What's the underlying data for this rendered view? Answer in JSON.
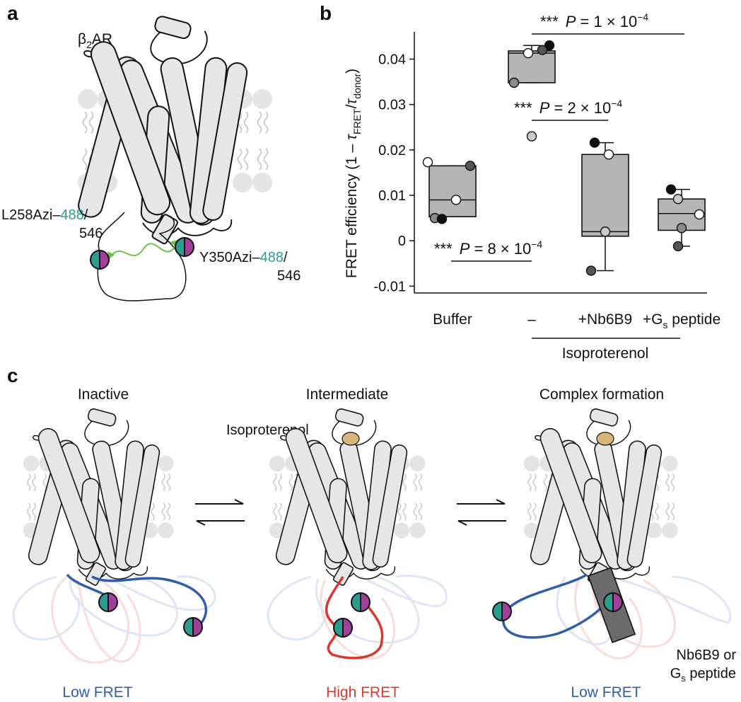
{
  "panel_labels": {
    "a": "a",
    "b": "b",
    "c": "c"
  },
  "panel_a": {
    "receptor_label": "β",
    "receptor_sub": "2",
    "receptor_suffix": "AR",
    "site1_prefix": "L258Azi–",
    "site1_green": "488",
    "site1_slash": "/",
    "site1_magenta": "546",
    "site2_prefix": "Y350Azi–",
    "site2_green": "488",
    "site2_slash": "/",
    "site2_magenta": "546"
  },
  "panel_c": {
    "states": [
      "Inactive",
      "Intermediate",
      "Complex formation"
    ],
    "ligand_label": "Isoproterenol",
    "fret_labels": [
      "Low FRET",
      "High FRET",
      "Low FRET"
    ],
    "binder_line1": "Nb6B9 or",
    "binder_line2_prefix": "G",
    "binder_line2_sub": "s",
    "binder_line2_suffix": " peptide"
  },
  "colors": {
    "green_dye": "#2a9d8f",
    "magenta_dye": "#a0409a",
    "low_fret_blue": "#2f5ea8",
    "high_fret_red": "#d9382c",
    "fret_arrow": "#6cc04a",
    "ligand": "#d8b77a",
    "box_fill": "#b5b5b5"
  },
  "chart_data": {
    "type": "box",
    "ylabel_prefix": "FRET efficiency (1 – ",
    "ylabel_tau": "τ",
    "ylabel_sub1": "FRET",
    "ylabel_mid": "/",
    "ylabel_tau2": "τ",
    "ylabel_sub2": "donor",
    "ylabel_suffix": ")",
    "yticks": [
      -0.01,
      0,
      0.01,
      0.02,
      0.03,
      0.04
    ],
    "ytick_labels": [
      "-0.01",
      "0",
      "0.01",
      "0.02",
      "0.03",
      "0.04"
    ],
    "ylim": [
      -0.0115,
      0.046
    ],
    "categories": [
      "Buffer",
      "–",
      "+Nb6B9",
      "+G|s| peptide"
    ],
    "group_label": "Isoproterenol",
    "boxes": [
      {
        "q1": 0.0053,
        "median": 0.009,
        "q3": 0.0165,
        "whisker_low": 0.0053,
        "whisker_high": 0.0165,
        "points": [
          0.0173,
          0.0165,
          0.009,
          0.005,
          0.0048
        ],
        "shades": [
          "white",
          "dark",
          "white",
          "mid",
          "black"
        ]
      },
      {
        "q1": 0.0348,
        "median": 0.0413,
        "q3": 0.0418,
        "whisker_low": 0.0348,
        "whisker_high": 0.043,
        "points": [
          0.043,
          0.042,
          0.0413,
          0.0348,
          0.023
        ],
        "shades": [
          "black",
          "dark",
          "white",
          "mid",
          "light"
        ]
      },
      {
        "q1": 0.001,
        "median": 0.002,
        "q3": 0.019,
        "whisker_low": -0.0066,
        "whisker_high": 0.0216,
        "points": [
          0.0216,
          0.019,
          0.002,
          -0.0066
        ],
        "shades": [
          "black",
          "white",
          "light",
          "dark"
        ]
      },
      {
        "q1": 0.0023,
        "median": 0.006,
        "q3": 0.0092,
        "whisker_low": -0.0012,
        "whisker_high": 0.0113,
        "points": [
          0.0113,
          0.0092,
          0.0058,
          0.0028,
          -0.0012
        ],
        "shades": [
          "black",
          "light",
          "white",
          "mid",
          "dark"
        ]
      }
    ],
    "annotations": [
      {
        "stars": "***",
        "p": "P",
        "text": " = 1 × 10",
        "exp": "−4"
      },
      {
        "stars": "***",
        "p": "P",
        "text": " = 2 × 10",
        "exp": "−4"
      },
      {
        "stars": "***",
        "p": "P",
        "text": " = 8 × 10",
        "exp": "−4"
      }
    ]
  }
}
